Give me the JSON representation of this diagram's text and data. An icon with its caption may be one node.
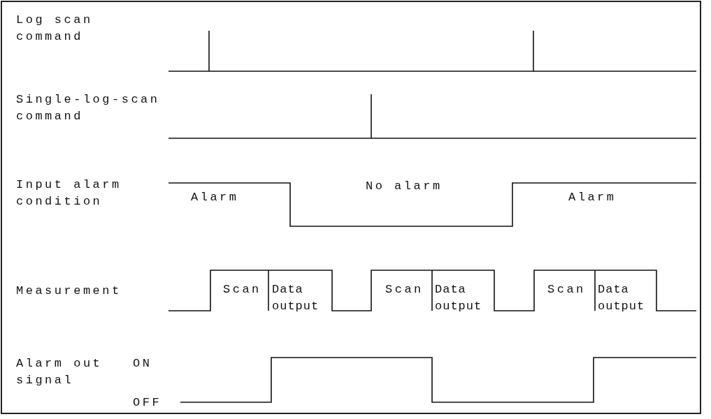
{
  "diagram": {
    "labels": [
      "Log scan command",
      "Single-log-scan command",
      "Input alarm condition",
      "Alarm",
      "No alarm",
      "Alarm",
      "Measurement",
      "Scan",
      "Data output",
      "Scan",
      "Data output",
      "Scan",
      "Data output",
      "Alarm out signal",
      "ON",
      "OFF"
    ]
  }
}
